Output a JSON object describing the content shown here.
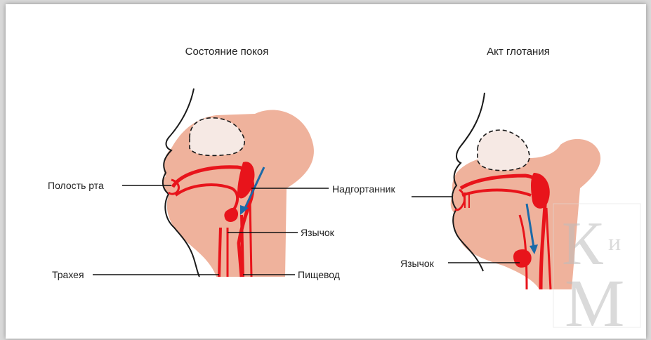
{
  "diagram": {
    "left_panel": {
      "title": "Состояние покоя",
      "labels": {
        "oral_cavity": "Полость рта",
        "epiglottis": "Надгортанник",
        "uvula": "Язычок",
        "trachea": "Трахея",
        "esophagus": "Пищевод"
      }
    },
    "right_panel": {
      "title": "Акт глотания",
      "labels": {
        "uvula": "Язычок"
      }
    },
    "colors": {
      "tissue": "#efb29c",
      "mucosa_red": "#e8141b",
      "arrow_blue": "#1b6aa8",
      "outline": "#1a1a1a",
      "page": "#ffffff",
      "background": "#d9d9d9"
    },
    "watermark": {
      "letters": "КиМ"
    }
  }
}
